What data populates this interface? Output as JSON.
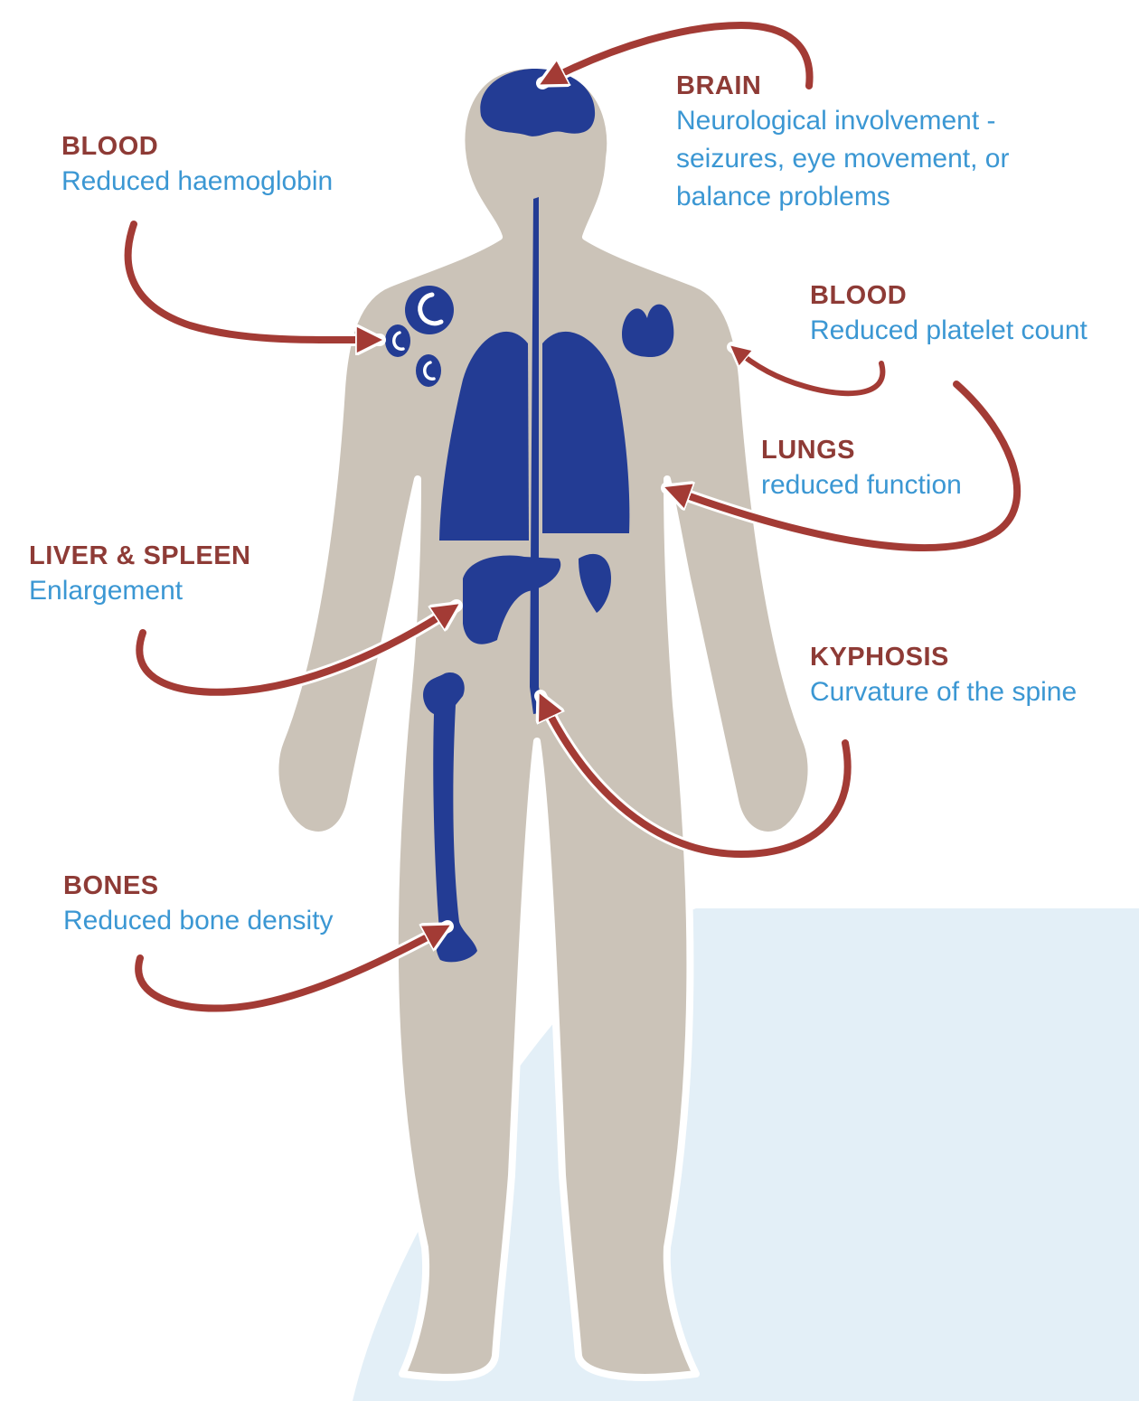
{
  "callouts": {
    "brain": {
      "heading": "BRAIN",
      "desc": "Neurological involvement -\nseizures, eye movement, or\nbalance problems"
    },
    "blood_haemoglobin": {
      "heading": "BLOOD",
      "desc": "Reduced haemoglobin"
    },
    "blood_platelet": {
      "heading": "BLOOD",
      "desc": "Reduced platelet count"
    },
    "lungs": {
      "heading": "LUNGS",
      "desc": "reduced function"
    },
    "liver_spleen": {
      "heading": "LIVER & SPLEEN",
      "desc": "Enlargement"
    },
    "kyphosis": {
      "heading": "KYPHOSIS",
      "desc": "Curvature of the spine"
    },
    "bones": {
      "heading": "BONES",
      "desc": "Reduced bone density"
    }
  },
  "colors": {
    "heading": "#8e3b36",
    "description": "#3b97d3",
    "body": "#cbc3b8",
    "organs": "#233c94",
    "arrow": "#a33b35",
    "background_shape": "#e3eff7"
  }
}
